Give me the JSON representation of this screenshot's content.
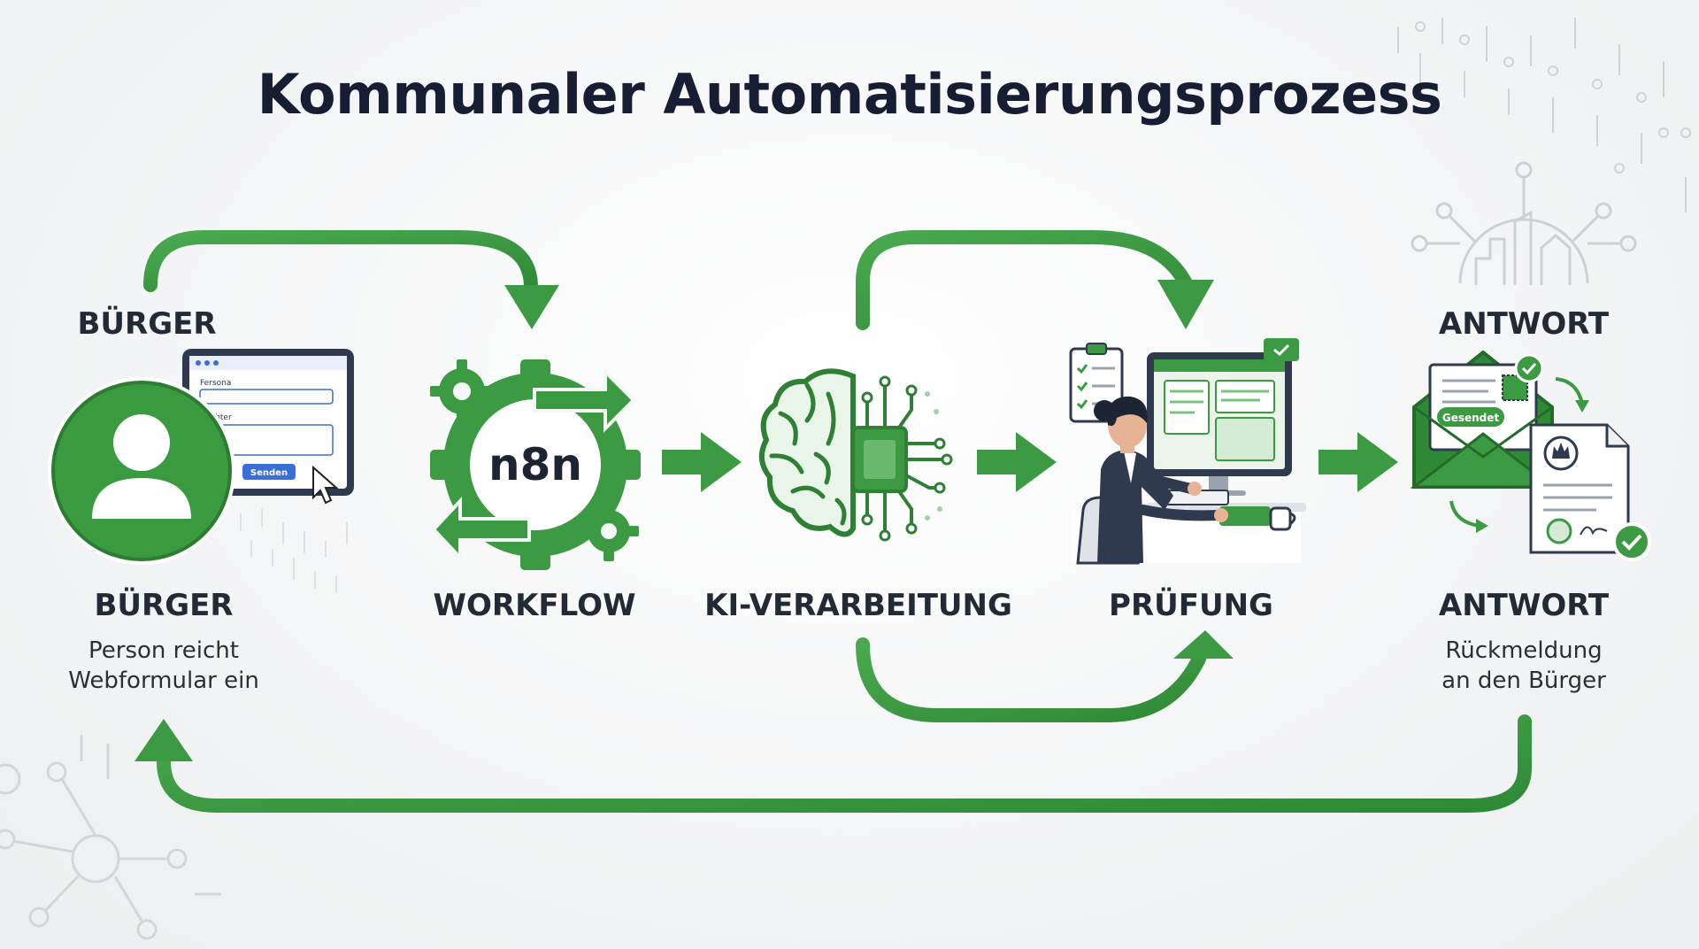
{
  "title": "Kommunaler Automatisierungsprozess",
  "colors": {
    "accent": "#3c9a43",
    "accent_dark": "#2f7f35",
    "accent_light": "#7cc27f",
    "title": "#171d33",
    "text": "#232a36",
    "form_blue": "#3a6fd8"
  },
  "stages": [
    {
      "id": "buerger",
      "top_label": "BÜRGER",
      "label": "BÜRGER",
      "desc_line1": "Person reicht",
      "desc_line2": "Webformular ein",
      "icon": "user-icon",
      "form": {
        "field1_label": "Fersona",
        "field2_label": "Nachter",
        "submit_label": "Senden"
      }
    },
    {
      "id": "workflow",
      "label": "WORKFLOW",
      "icon": "gear-icon",
      "gear_text": "n8n"
    },
    {
      "id": "ki",
      "label": "KI-VERARBEITUNG",
      "icon": "brain-chip-icon"
    },
    {
      "id": "pruefung",
      "label": "PRÜFUNG",
      "icon": "reviewer-icon"
    },
    {
      "id": "antwort",
      "top_label": "ANTWORT",
      "label": "ANTWORT",
      "desc_line1": "Rückmeldung",
      "desc_line2": "an den Bürger",
      "icon": "envelope-document-icon",
      "badge_text": "Gesendet"
    }
  ]
}
